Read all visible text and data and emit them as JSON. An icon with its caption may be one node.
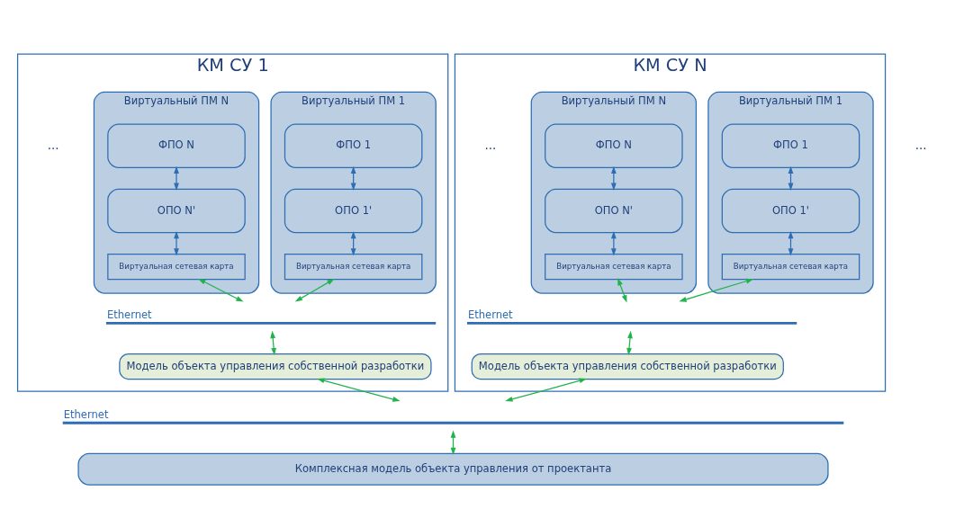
{
  "diagram": {
    "nodes": [
      {
        "text": [
          "КМ СУ 1"
        ]
      },
      {
        "text": [
          "Виртуальный ПМ 1"
        ],
        "in": 0
      },
      {
        "text": [
          "ФПО 1"
        ],
        "in": 1
      },
      {
        "text": [
          "ОПО 1'"
        ],
        "in": 1
      },
      {
        "text": [
          "Виртуальная сетевая карта"
        ],
        "in": 1
      },
      {
        "text": [
          "Виртуальный ПМ N"
        ],
        "in": 0
      },
      {
        "text": [
          "ФПО N"
        ],
        "in": 5
      },
      {
        "text": [
          "ОПО N'"
        ],
        "in": 5
      },
      {
        "text": [
          "Виртуальная сетевая карта"
        ],
        "in": 5
      },
      {
        "text": [],
        "shape": "bar",
        "beside": [
          "Ethernet"
        ],
        "in": 0
      },
      {
        "text": [
          "Модель объекта управления собственной разработки"
        ],
        "in": 0
      },
      {
        "text": [
          "КМ СУ N"
        ]
      },
      {
        "text": [
          "Виртуальный ПМ 1"
        ],
        "in": 11
      },
      {
        "text": [
          "ФПО 1"
        ],
        "in": 12
      },
      {
        "text": [
          "ОПО 1'"
        ],
        "in": 12
      },
      {
        "text": [
          "Виртуальная сетевая карта"
        ],
        "in": 12
      },
      {
        "text": [
          "Виртуальный ПМ N"
        ],
        "in": 11
      },
      {
        "text": [
          "ФПО N"
        ],
        "in": 16
      },
      {
        "text": [
          "ОПО N'"
        ],
        "in": 16
      },
      {
        "text": [
          "Виртуальная сетевая карта"
        ],
        "in": 16
      },
      {
        "text": [],
        "shape": "bar",
        "beside": [
          "Ethernet"
        ],
        "in": 11
      },
      {
        "text": [
          "Модель объекта управления собственной разработки"
        ],
        "in": 11
      },
      {
        "text": [],
        "shape": "bar",
        "beside": [
          "Ethernet"
        ]
      },
      {
        "text": [
          "Комплексная модель объекта управления от проектанта"
        ]
      }
    ],
    "edges": [
      {
        "from": 2,
        "to": 3,
        "arrow": "both",
        "color": "#2e6db4"
      },
      {
        "from": 3,
        "to": 4,
        "arrow": "both",
        "color": "#2e6db4"
      },
      {
        "from": 6,
        "to": 7,
        "arrow": "both",
        "color": "#2e6db4"
      },
      {
        "from": 7,
        "to": 8,
        "arrow": "both",
        "color": "#2e6db4"
      },
      {
        "from": 4,
        "to": 9,
        "arrow": "both"
      },
      {
        "from": 8,
        "to": 9,
        "arrow": "both"
      },
      {
        "from": 9,
        "to": 10,
        "arrow": "both"
      },
      {
        "from": 13,
        "to": 14,
        "arrow": "both",
        "color": "#2e6db4"
      },
      {
        "from": 14,
        "to": 15,
        "arrow": "both",
        "color": "#2e6db4"
      },
      {
        "from": 17,
        "to": 18,
        "arrow": "both",
        "color": "#2e6db4"
      },
      {
        "from": 18,
        "to": 19,
        "arrow": "both",
        "color": "#2e6db4"
      },
      {
        "from": 15,
        "to": 20,
        "arrow": "both"
      },
      {
        "from": 19,
        "to": 20,
        "arrow": "both"
      },
      {
        "from": 20,
        "to": 21,
        "arrow": "both"
      },
      {
        "from": 10,
        "to": 22,
        "arrow": "both"
      },
      {
        "from": 21,
        "to": 22,
        "arrow": "both"
      },
      {
        "from": 22,
        "to": 23,
        "arrow": "both"
      }
    ],
    "labels": [
      "...",
      "...",
      "..."
    ]
  }
}
